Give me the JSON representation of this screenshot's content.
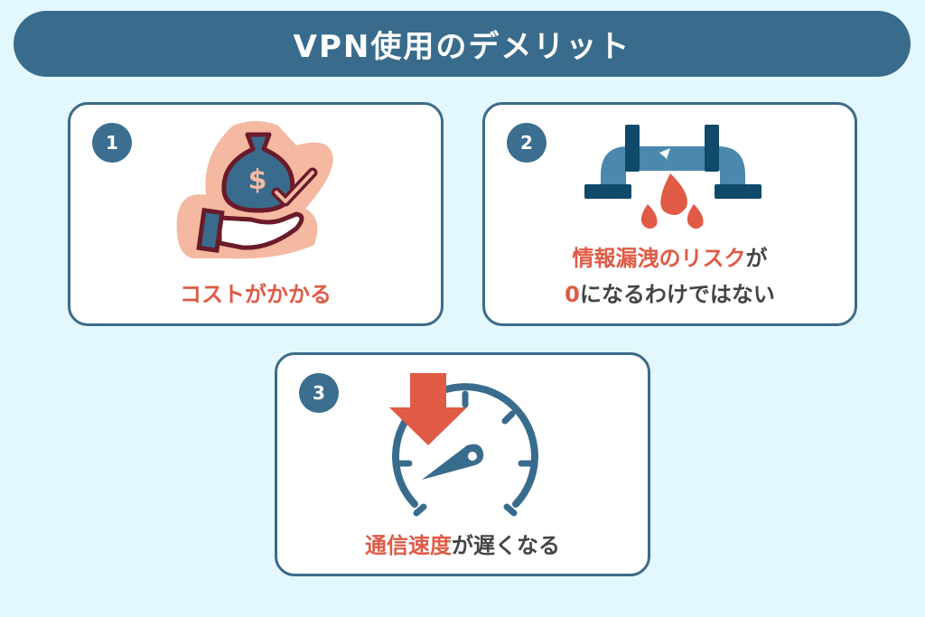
{
  "title": "VPN使用のデメリット",
  "cards": [
    {
      "number": "1",
      "caption_red": "コストがかかる",
      "caption_dark": ""
    },
    {
      "number": "2",
      "line1_red": "情報漏洩のリスク",
      "line1_dark": "が",
      "line2_red": "0",
      "line2_dark": "になるわけではない"
    },
    {
      "number": "3",
      "caption_red": "通信速度",
      "caption_dark": "が遅くなる"
    }
  ],
  "colors": {
    "accent": "#e05a45",
    "primary": "#396c8c",
    "background": "#e3f8fd"
  }
}
